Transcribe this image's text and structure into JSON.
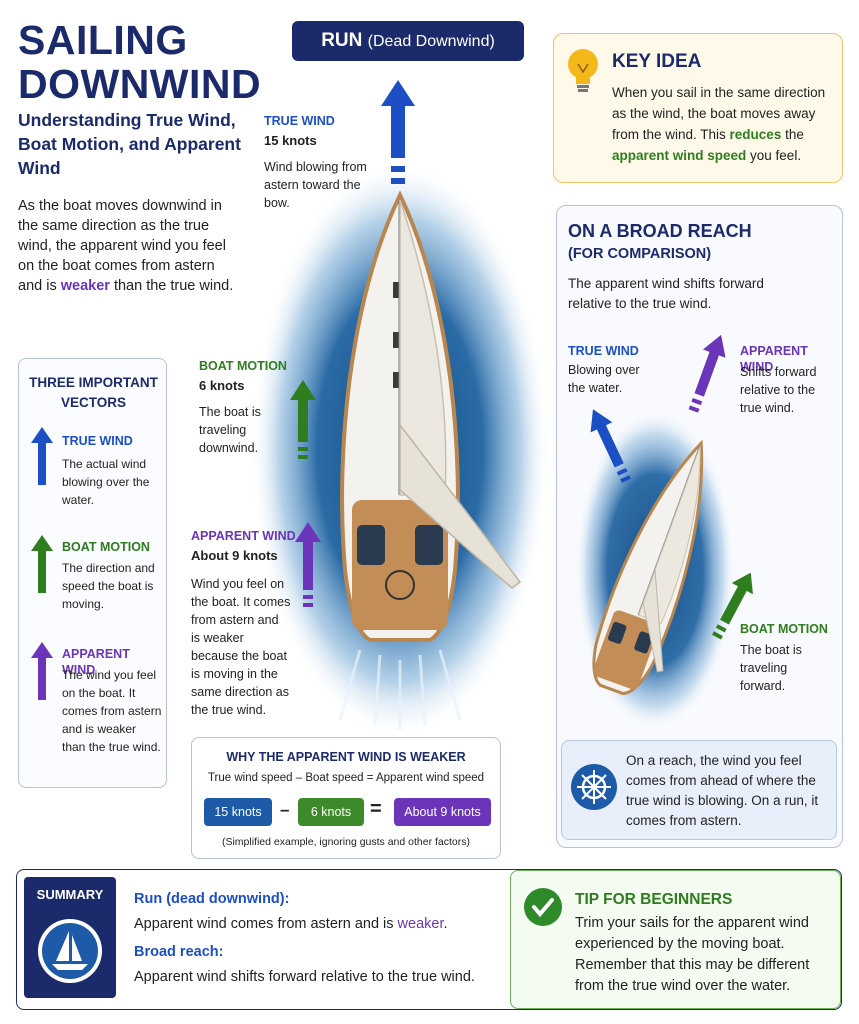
{
  "header": {
    "title_line1": "SAILING",
    "title_line2": "DOWNWIND",
    "subtitle": "Understanding True Wind, Boat Motion, and Apparent Wind",
    "intro_part1": "As the boat moves downwind in the same direction as the true wind, the apparent wind you feel on the boat comes from astern and is ",
    "intro_emph": "weaker",
    "intro_part2": " than the true wind."
  },
  "run_pill": {
    "main": "RUN",
    "paren": "(Dead Downwind)"
  },
  "vectors": {
    "heading_line1": "THREE IMPORTANT",
    "heading_line2": "VECTORS",
    "items": [
      {
        "title": "TRUE WIND",
        "desc": "The actual wind blowing over the water.",
        "color": "#1d4fc4"
      },
      {
        "title": "BOAT MOTION",
        "desc": "The direction and speed the boat is moving.",
        "color": "#2e7d1f"
      },
      {
        "title": "APPARENT WIND",
        "desc": "The wind you feel on the boat. It comes from astern and is weaker than the true wind.",
        "color": "#6a35b8"
      }
    ]
  },
  "run_labels": {
    "true_wind": {
      "title": "TRUE WIND",
      "speed": "15 knots",
      "desc": "Wind blowing from astern toward the bow."
    },
    "boat_motion": {
      "title": "BOAT MOTION",
      "speed": "6 knots",
      "desc": "The boat is traveling downwind."
    },
    "apparent_wind": {
      "title": "APPARENT WIND",
      "speed": "About 9 knots",
      "desc": "Wind you feel on the boat. It comes from astern and is weaker because the boat is moving in the same direction as the true wind."
    }
  },
  "key_idea": {
    "title": "KEY IDEA",
    "text_part1": "When you sail in the same direction as the wind, the boat moves away from the wind. This ",
    "emph1": "reduces",
    "text_part2": " the ",
    "emph2": "apparent wind speed",
    "text_part3": " you feel."
  },
  "broad_reach": {
    "title": "ON A BROAD REACH",
    "subtitle": "(FOR COMPARISON)",
    "desc": "The apparent wind shifts forward relative to the true wind.",
    "true_wind": {
      "title": "TRUE WIND",
      "desc": "Blowing over the water."
    },
    "apparent_wind": {
      "title": "APPARENT WIND",
      "desc": "Shifts forward relative to the true wind."
    },
    "boat_motion": {
      "title": "BOAT MOTION",
      "desc": "The boat is traveling forward."
    },
    "note": "On a reach, the wind you feel comes from ahead of where the true wind is blowing. On a run, it comes from astern."
  },
  "why": {
    "title": "WHY THE APPARENT WIND IS WEAKER",
    "formula": "True wind speed – Boat speed = Apparent wind speed",
    "chip1": "15 knots",
    "minus": "–",
    "chip2": "6 knots",
    "equals": "=",
    "chip3": "About 9 knots",
    "footnote": "(Simplified example, ignoring gusts and other factors)"
  },
  "summary": {
    "label": "SUMMARY",
    "run_title": "Run (dead downwind):",
    "run_text_part1": "Apparent wind comes from astern and is ",
    "run_text_emph": "weaker",
    "run_text_part2": ".",
    "reach_title": "Broad reach:",
    "reach_text": "Apparent wind shifts forward relative to the true wind."
  },
  "tip": {
    "title": "TIP FOR BEGINNERS",
    "text": "Trim your sails for the apparent wind experienced by the moving boat. Remember that this may be different from the true wind over the water."
  },
  "colors": {
    "navy": "#1b2a6b",
    "blue": "#1d4fc4",
    "green": "#2e7d1f",
    "purple": "#6a35b8",
    "water": "#1e5a8e"
  }
}
